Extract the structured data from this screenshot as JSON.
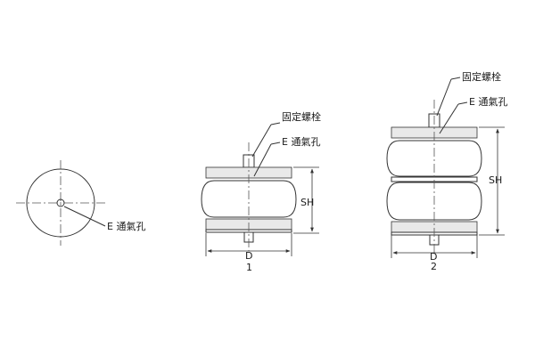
{
  "labels": {
    "vent_hole": "E 通氣孔",
    "fixing_bolt": "固定螺栓",
    "sh": "SH",
    "d": "D",
    "model_1": "1",
    "model_2": "2"
  }
}
